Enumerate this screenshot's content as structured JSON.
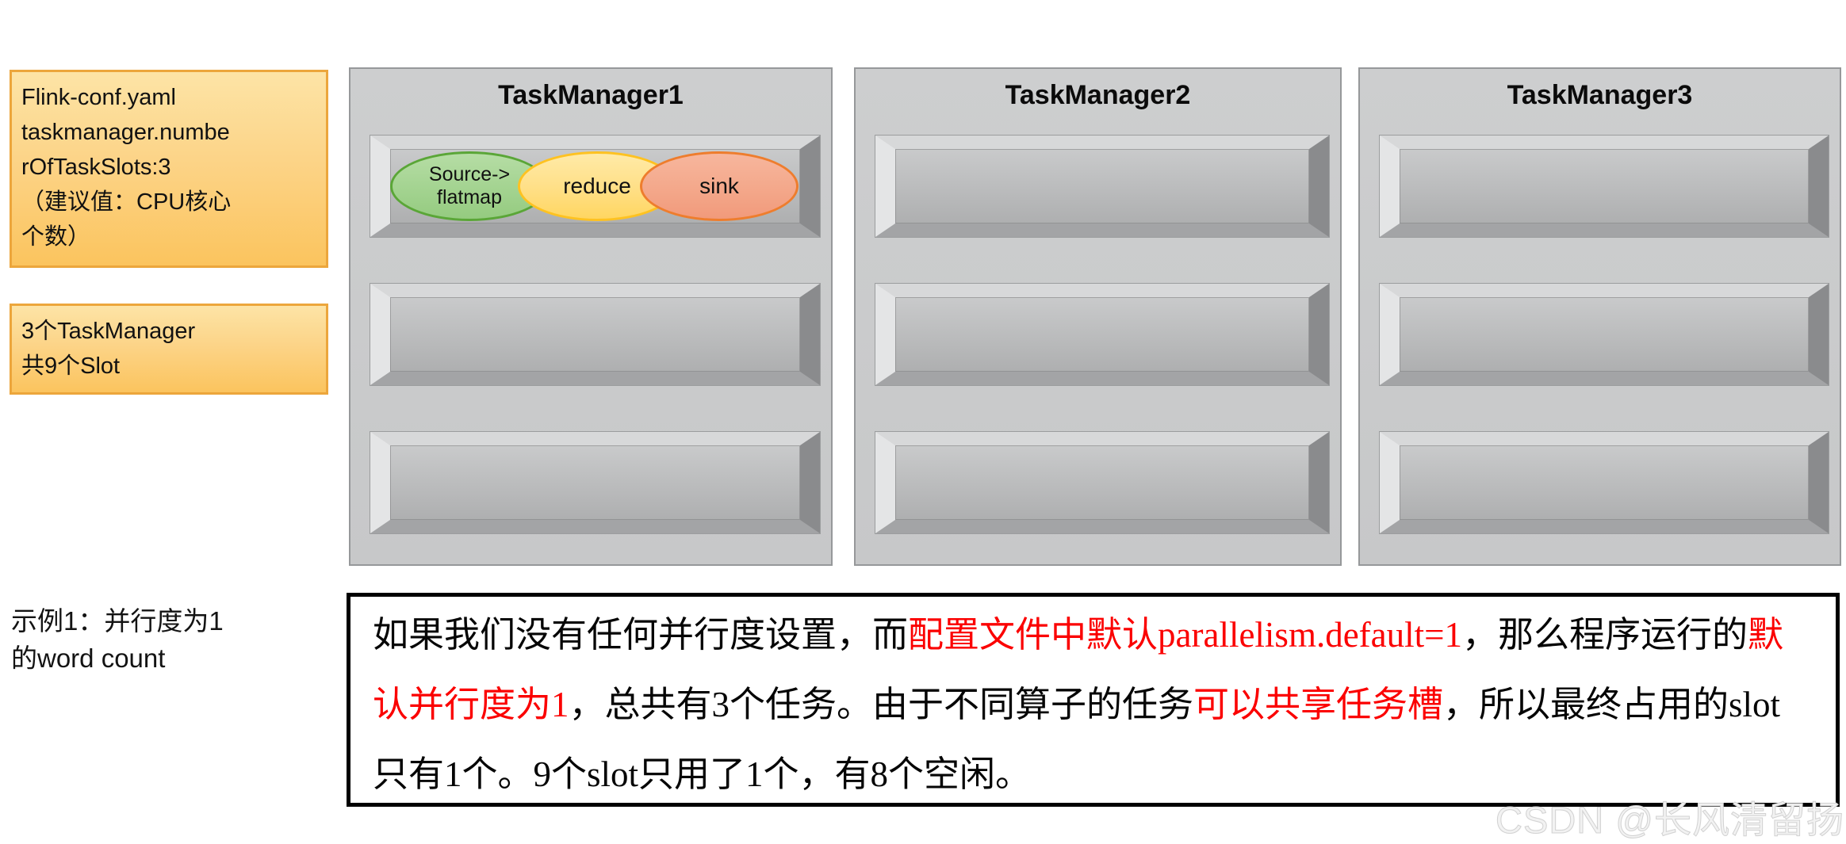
{
  "notes": [
    {
      "lines": [
        "Flink-conf.yaml",
        "taskmanager.numbe",
        "rOfTaskSlots:3",
        "（建议值：CPU核心",
        "个数）"
      ]
    },
    {
      "lines": [
        "3个TaskManager",
        "共9个Slot"
      ]
    }
  ],
  "taskmanagers": [
    {
      "title": "TaskManager1"
    },
    {
      "title": "TaskManager2"
    },
    {
      "title": "TaskManager3"
    }
  ],
  "tasks": [
    {
      "name": "source-flatmap",
      "lines": [
        "Source->",
        "flatmap"
      ],
      "fill": "#a3d390",
      "border": "#5aa637"
    },
    {
      "name": "reduce",
      "lines": [
        "reduce"
      ],
      "fill": "#ffe089",
      "border": "#fec221"
    },
    {
      "name": "sink",
      "lines": [
        "sink"
      ],
      "fill": "#f4a98c",
      "border": "#ee7d2d"
    }
  ],
  "example_label": {
    "lines": [
      "示例1：并行度为1",
      "的word count"
    ]
  },
  "paragraph": {
    "segments": [
      {
        "text": "如果我们没有任何并行度设置，而",
        "red": false
      },
      {
        "text": "配置文件中默认parallelism.default=1",
        "red": true
      },
      {
        "text": "，那么程序运行的",
        "red": false
      },
      {
        "text": "默认并行度为1",
        "red": true
      },
      {
        "text": "，总共有3个任务。由于不同算子的任务",
        "red": false
      },
      {
        "text": "可以共享任务槽",
        "red": true
      },
      {
        "text": "，所以最终占用的slot只有1个。9个slot只用了1个，有8个空闲。",
        "red": false
      }
    ]
  },
  "watermark": "CSDN @长风清留扬",
  "colors": {
    "note_border": "#eca63c",
    "note_bg_top": "#fde4a6",
    "note_bg_bottom": "#fbc45e",
    "panel_bg": "#c9cacb",
    "panel_border": "#96989a",
    "slot_bevel_light": "#e4e5e6",
    "slot_bevel_dark": "#8a8b8d",
    "red_text": "#fb0000",
    "task_green_fill": "#a3d390",
    "task_green_border": "#5aa637",
    "task_yellow_fill": "#ffe089",
    "task_yellow_border": "#fec221",
    "task_salmon_fill": "#f4a98c",
    "task_salmon_border": "#ee7d2d",
    "watermark_color": "#e5e5e5"
  }
}
